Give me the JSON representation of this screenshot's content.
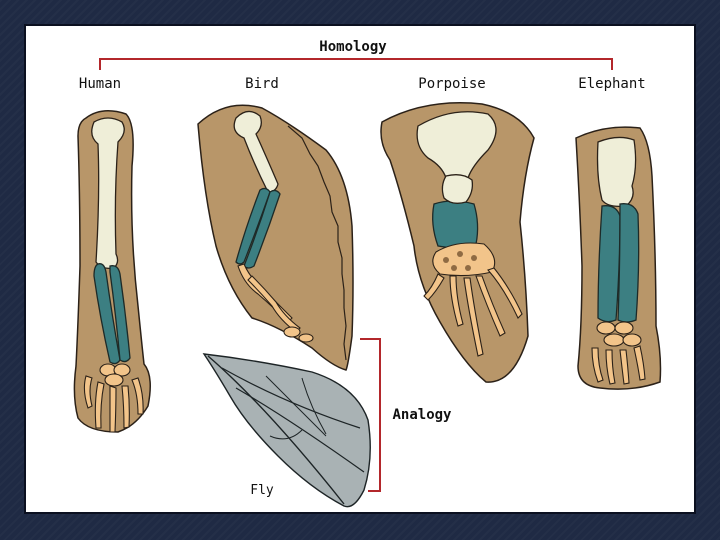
{
  "diagram": {
    "bracket_label": "Homology",
    "side_label": "Analogy",
    "specimens": [
      {
        "key": "human",
        "label": "Human"
      },
      {
        "key": "bird",
        "label": "Bird"
      },
      {
        "key": "porpoise",
        "label": "Porpoise"
      },
      {
        "key": "elephant",
        "label": "Elephant"
      },
      {
        "key": "fly",
        "label": "Fly"
      }
    ]
  },
  "colors": {
    "skin": "#b89669",
    "humerus_bone": "#efeed8",
    "forearm_bones": "#3c7f82",
    "hand_bones": "#f2c48a",
    "bracket_line": "#b3272b"
  }
}
